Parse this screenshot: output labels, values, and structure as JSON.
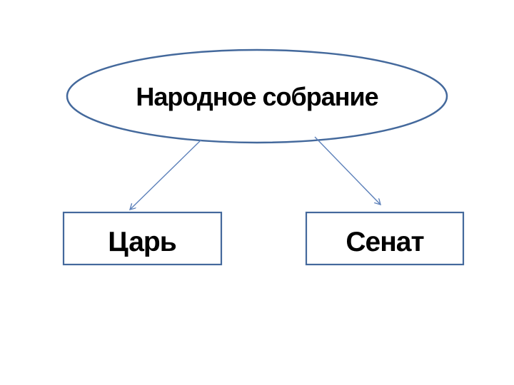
{
  "diagram": {
    "root": {
      "label": "Народное собрание"
    },
    "children": [
      {
        "label": "Царь"
      },
      {
        "label": "Сенат"
      }
    ],
    "colors": {
      "shape_outline": "#44699c",
      "connector": "#5d81ba",
      "text": "#000000",
      "background": "#ffffff"
    }
  }
}
